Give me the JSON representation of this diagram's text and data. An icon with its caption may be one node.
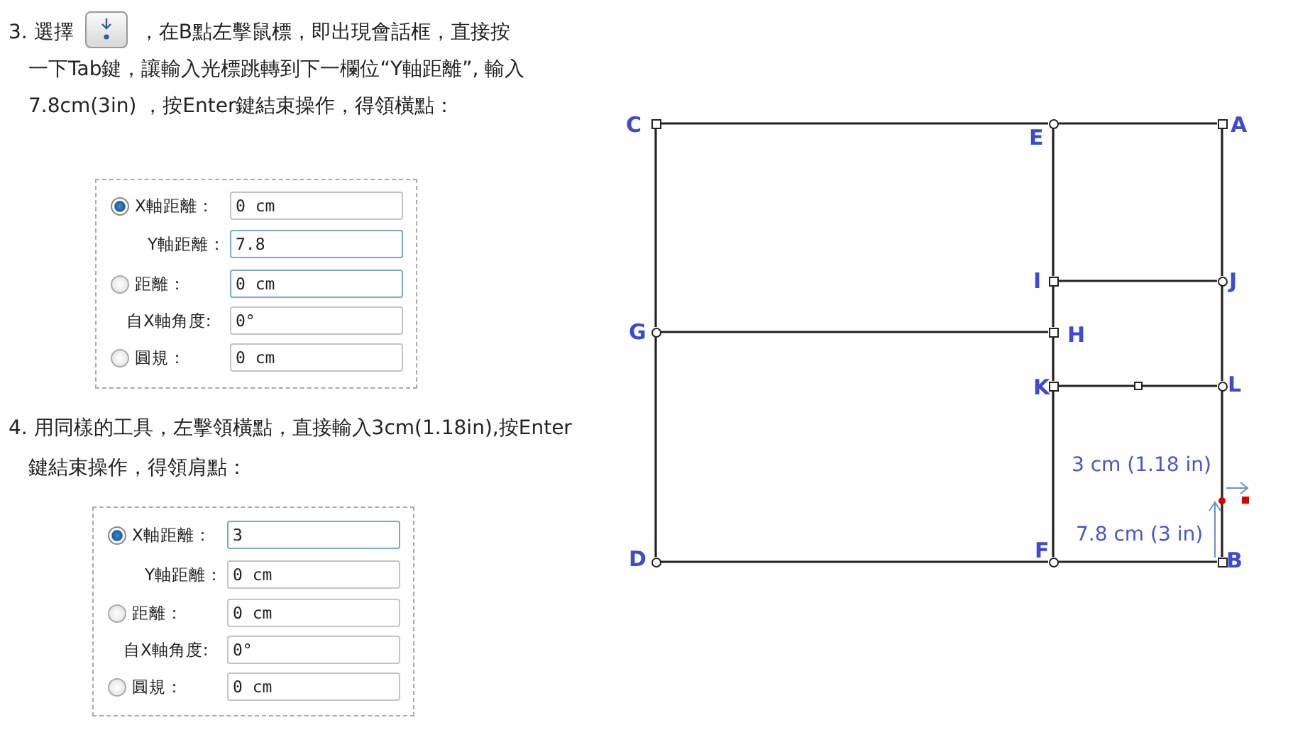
{
  "diagram": {
    "nodes": [
      {
        "text": [],
        "shape": "box",
        "beside": [
          "C"
        ]
      },
      {
        "text": [],
        "shape": "circle",
        "beside": [
          "E"
        ]
      },
      {
        "text": [],
        "shape": "box",
        "beside": [
          "A"
        ]
      },
      {
        "text": [],
        "shape": "box",
        "beside": [
          "I"
        ]
      },
      {
        "text": [],
        "shape": "circle",
        "beside": [
          "J"
        ]
      },
      {
        "text": [],
        "shape": "circle",
        "beside": [
          "G"
        ]
      },
      {
        "text": [],
        "shape": "box",
        "beside": [
          "H"
        ]
      },
      {
        "text": [],
        "shape": "box",
        "beside": [
          "K"
        ]
      },
      {
        "text": [],
        "shape": "circle",
        "beside": [
          "L"
        ]
      },
      {
        "text": [],
        "shape": "circle",
        "beside": [
          "D"
        ]
      },
      {
        "text": [],
        "shape": "circle",
        "beside": [
          "F"
        ]
      },
      {
        "text": [],
        "shape": "box",
        "beside": [
          "B"
        ]
      }
    ],
    "edges": [
      {
        "from": 0,
        "to": 1,
        "arrow": "none"
      },
      {
        "from": 1,
        "to": 2,
        "arrow": "none"
      },
      {
        "from": 0,
        "to": 5,
        "arrow": "none"
      },
      {
        "from": 5,
        "to": 9,
        "arrow": "none"
      },
      {
        "from": 1,
        "to": 3,
        "arrow": "none"
      },
      {
        "from": 3,
        "to": 6,
        "arrow": "none"
      },
      {
        "from": 6,
        "to": 7,
        "arrow": "none"
      },
      {
        "from": 7,
        "to": 10,
        "arrow": "none"
      },
      {
        "from": 2,
        "to": 4,
        "arrow": "none"
      },
      {
        "from": 4,
        "to": 8,
        "arrow": "none"
      },
      {
        "from": 8,
        "to": 11,
        "arrow": "none"
      },
      {
        "from": 3,
        "to": 4,
        "arrow": "none"
      },
      {
        "from": 5,
        "to": 6,
        "arrow": "none"
      },
      {
        "from": 7,
        "to": 8,
        "arrow": "none"
      },
      {
        "from": 9,
        "to": 10,
        "arrow": "none"
      },
      {
        "from": 10,
        "to": 11,
        "arrow": "none"
      }
    ],
    "labels": [
      "3. 選擇",
      "，在B點左擊鼠標，即出現會話框，直接按一下Tab鍵，讓輸入光標跳轉到下一欄位“Y軸距離”, 輸入7.8cm(3in) ，按Enter鍵結束操作，得領橫點：",
      "X軸距離：",
      "0 cm",
      "Y軸距離：",
      "7.8",
      "距離：",
      "0 cm",
      "自X軸角度:",
      "0°",
      "圓規：",
      "0 cm",
      "4. 用同樣的工具，左擊領橫點，直接輸入3cm(1.18in),按Enter鍵結束操作，得領肩點：",
      "X軸距離：",
      "3",
      "Y軸距離：",
      "0 cm",
      "距離：",
      "0 cm",
      "自X軸角度:",
      "0°",
      "圓規：",
      "0 cm",
      "3 cm (1.18 in)",
      "7.8 cm (3 in)"
    ]
  }
}
